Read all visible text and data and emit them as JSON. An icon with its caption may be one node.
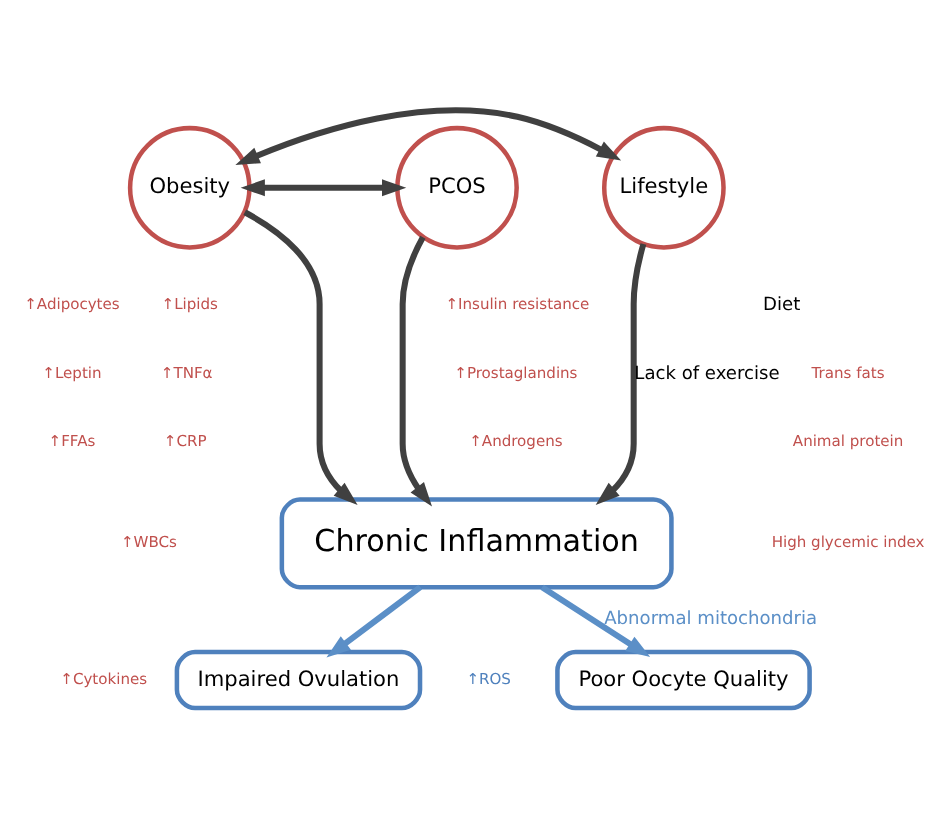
{
  "diagram": {
    "nodes": [
      {
        "text": [
          "Obesity"
        ]
      },
      {
        "text": [
          "Lifestyle"
        ]
      },
      {
        "text": [
          "PCOS"
        ]
      },
      {
        "text": [
          "Chronic Inflammation"
        ]
      },
      {
        "text": [
          "Poor Oocyte Quality"
        ]
      },
      {
        "text": [
          "Impaired Ovulation"
        ]
      }
    ],
    "edges": [
      {
        "from": 1,
        "to": 0,
        "arrow": "both"
      },
      {
        "from": 0,
        "to": 2,
        "arrow": "both"
      },
      {
        "from": 1,
        "to": 3,
        "arrow": "to",
        "label": "Lack of exercise"
      },
      {
        "from": 0,
        "to": 3,
        "arrow": "to"
      },
      {
        "from": 2,
        "to": 3,
        "arrow": "to"
      },
      {
        "from": 3,
        "to": 4,
        "arrow": "to",
        "label": "Abnormal mitochondria",
        "color": "#5b8fc7"
      },
      {
        "from": 3,
        "to": 5,
        "arrow": "to",
        "color": "#5b8fc7"
      }
    ],
    "labels": [
      "Diet",
      "Trans fats",
      "Animal protein",
      "High glycemic index",
      "↑Adipocytes",
      "↑Leptin",
      "↑FFAs",
      "↑Lipids",
      "↑TNFα",
      "↑CRP",
      "↑WBCs",
      "↑Cytokines",
      "↑Insulin resistance",
      "↑Prostaglandins",
      "↑Androgens",
      "↑ROS"
    ]
  }
}
